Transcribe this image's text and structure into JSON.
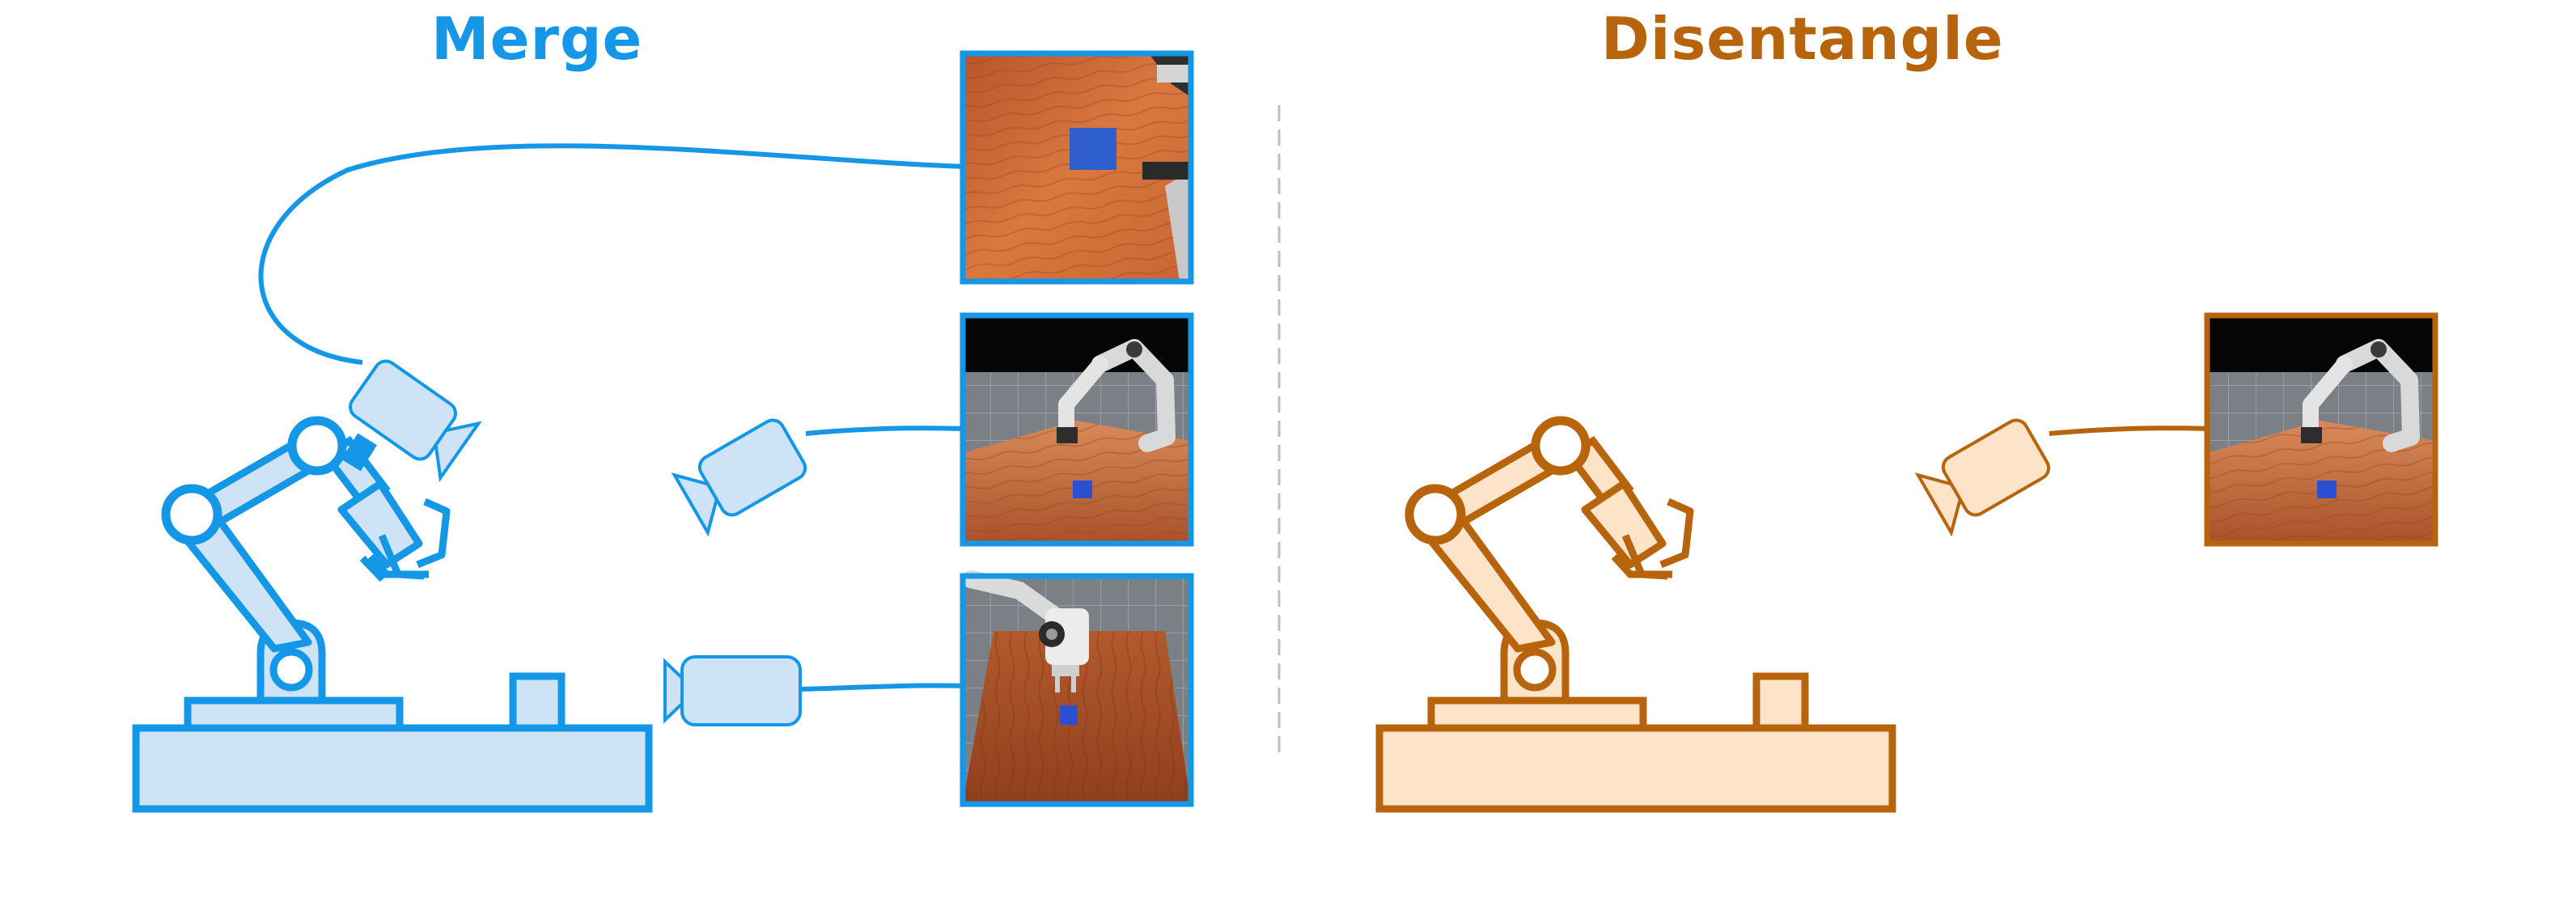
{
  "titles": {
    "merge": "Merge",
    "disentangle": "Disentangle"
  },
  "colors": {
    "merge": "#1597e8",
    "merge_fill": "#cfe3f6",
    "disentangle": "#b8640c",
    "disentangle_fill": "#fde4c9",
    "divider": "#bdbdbd"
  },
  "panels": {
    "merge": {
      "views": [
        {
          "name": "wrist-camera-view",
          "camera": "gripper-mounted"
        },
        {
          "name": "front-camera-view",
          "camera": "side"
        },
        {
          "name": "top-camera-view",
          "camera": "front"
        }
      ]
    },
    "disentangle": {
      "views": [
        {
          "name": "front-camera-view",
          "camera": "side"
        }
      ]
    }
  },
  "icons": [
    "robot-arm-icon",
    "camera-icon",
    "cube-icon",
    "table-icon"
  ]
}
